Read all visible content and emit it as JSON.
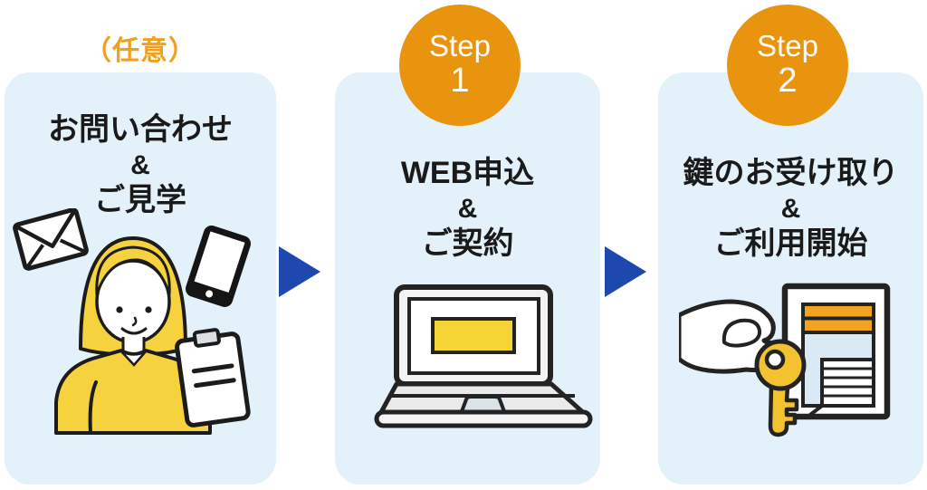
{
  "flow": {
    "steps": [
      {
        "name": "inquiry-and-tour",
        "label": "（任意）",
        "lines": [
          "お問い合わせ",
          "&",
          "ご見学"
        ],
        "illustration": "woman-with-envelope-smartphone-clipboard"
      },
      {
        "name": "web-application-and-contract",
        "badge": {
          "word": "Step",
          "number": "1"
        },
        "lines": [
          "WEB申込",
          "&",
          "ご契約"
        ],
        "illustration": "laptop-with-yellow-form"
      },
      {
        "name": "key-pickup-and-start",
        "badge": {
          "word": "Step",
          "number": "2"
        },
        "lines": [
          "鍵のお受け取り",
          "&",
          "ご利用開始"
        ],
        "illustration": "hand-holding-key-with-storage-unit"
      }
    ],
    "colors": {
      "panel_background": "#e3f1fa",
      "step_circle_orange": "#e9940e",
      "optional_label_orange": "#f0a01c",
      "arrow_blue": "#1d49ae",
      "text_dark": "#1a1a1a",
      "illustration_yellow": "#f6d33e",
      "key_yellow": "#f3c231",
      "door_band_orange": "#f0a41f"
    }
  }
}
